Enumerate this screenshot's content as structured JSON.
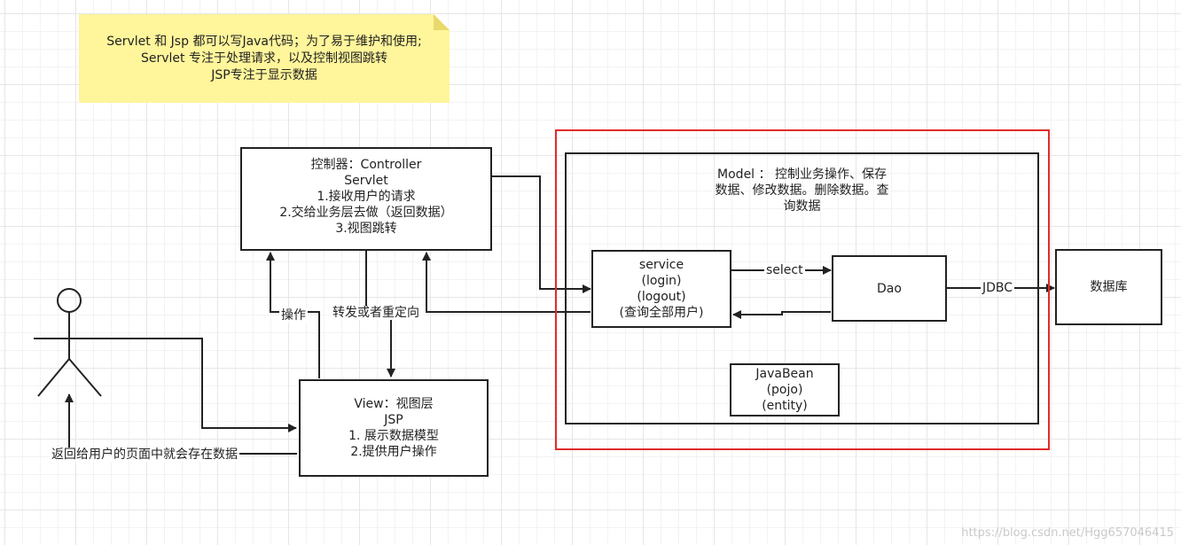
{
  "note": {
    "lines": [
      "Servlet 和 Jsp  都可以写Java代码；为了易于维护和使用;",
      "Servlet 专注于处理请求，以及控制视图跳转",
      "JSP专注于显示数据"
    ]
  },
  "controller": {
    "lines": [
      "控制器：Controller",
      "Servlet",
      "1.接收用户的请求",
      "2.交给业务层去做（返回数据）",
      "3.视图跳转"
    ]
  },
  "view": {
    "lines": [
      "View：视图层",
      "JSP",
      "1. 展示数据模型",
      "2.提供用户操作"
    ]
  },
  "model": {
    "text": "Model ： 控制业务操作、保存数据、修改数据。删除数据。查询数据"
  },
  "service": {
    "lines": [
      "service",
      "(login)",
      "(logout)",
      "(查询全部用户)"
    ]
  },
  "dao": {
    "label": "Dao"
  },
  "javabean": {
    "lines": [
      "JavaBean",
      "(pojo)",
      "(entity)"
    ]
  },
  "database": {
    "label": "数据库"
  },
  "edges": {
    "select": "select",
    "jdbc": "JDBC",
    "operate": "操作",
    "forward": "转发或者重定向",
    "return_data": "返回给用户的页面中就会存在数据"
  },
  "watermark": "https://blog.csdn.net/Hgg657046415"
}
